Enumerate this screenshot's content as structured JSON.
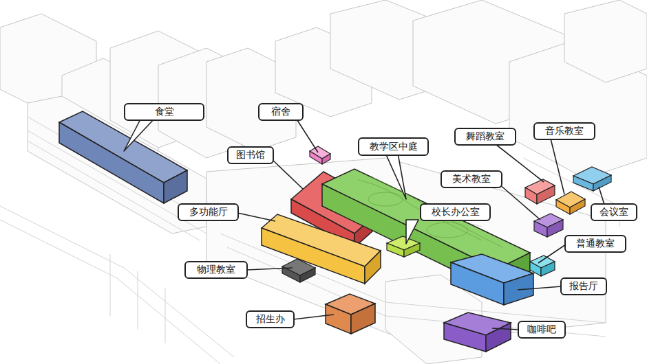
{
  "diagram": {
    "nodes": [
      {
        "text": [
          "食堂"
        ]
      },
      {
        "text": [
          "宿舍"
        ]
      },
      {
        "text": [
          "图书馆"
        ]
      },
      {
        "text": [
          "教学区中庭"
        ]
      },
      {
        "text": [
          "舞蹈教室"
        ]
      },
      {
        "text": [
          "音乐教室"
        ]
      },
      {
        "text": [
          "美术教室"
        ]
      },
      {
        "text": [
          "会议室"
        ]
      },
      {
        "text": [
          "多功能厅"
        ]
      },
      {
        "text": [
          "校长办公室"
        ]
      },
      {
        "text": [
          "普通教室"
        ]
      },
      {
        "text": [
          "物理教室"
        ]
      },
      {
        "text": [
          "报告厅"
        ]
      },
      {
        "text": [
          "招生办"
        ]
      },
      {
        "text": [
          "咖啡吧"
        ]
      }
    ]
  }
}
